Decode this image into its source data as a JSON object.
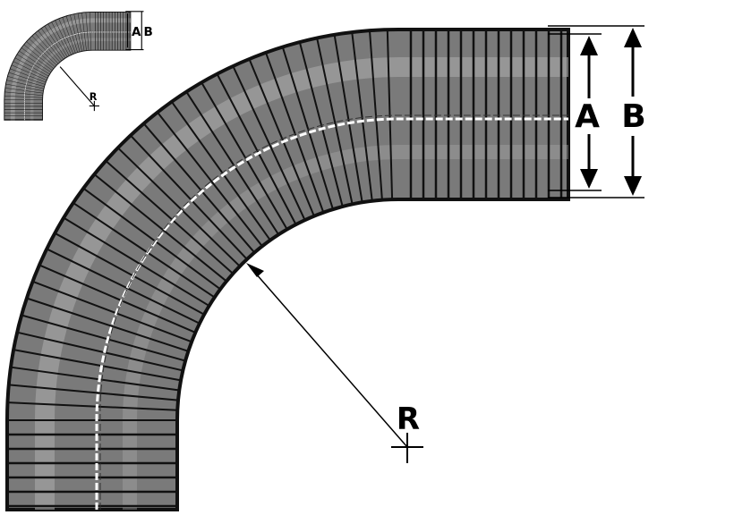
{
  "diagram": {
    "label_a": "A",
    "label_b": "B",
    "label_r": "R",
    "colors": {
      "hose_fill": "#7a7a7a",
      "hose_light": "#a8a8a8",
      "hose_outline": "#111111",
      "centerline": "#ffffff"
    }
  }
}
